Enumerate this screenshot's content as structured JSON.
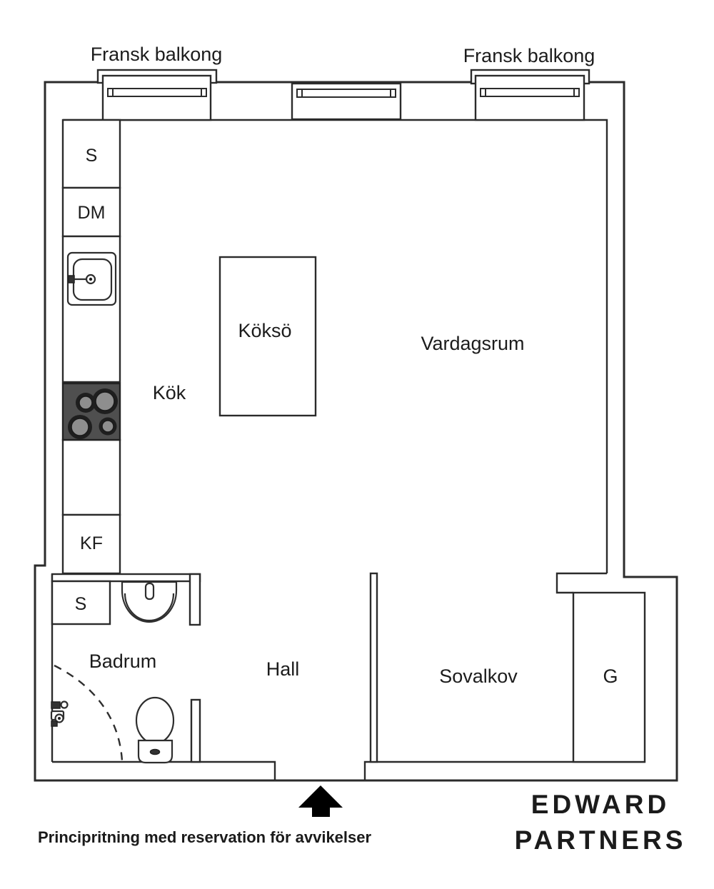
{
  "colors": {
    "background": "#ffffff",
    "wall": "#2b2b2b",
    "text": "#1c1c1c",
    "stove_panel": "#4f4f4f",
    "burner_ring": "#1f1f1f",
    "burner_center": "#8e8e8e",
    "arrow": "#000000"
  },
  "plan": {
    "balcony_left": "Fransk balkong",
    "balcony_right": "Fransk balkong",
    "rooms": {
      "kitchen": "Kök",
      "kitchen_island": "Köksö",
      "living_room": "Vardagsrum",
      "bathroom": "Badrum",
      "hall": "Hall",
      "sleeping_alcove": "Sovalkov",
      "wardrobe": "G"
    },
    "kitchen_units": {
      "cabinet": "S",
      "dishwasher": "DM",
      "fridge_freezer": "KF"
    },
    "bathroom_units": {
      "cabinet": "S"
    },
    "icons": {
      "window": "window-icon",
      "stove": "stove-icon",
      "kitchen_sink": "kitchen-sink-icon",
      "washbasin": "washbasin-icon",
      "toilet": "toilet-icon",
      "shower_mixer": "shower-mixer-icon",
      "north_arrow": "north-arrow-icon"
    }
  },
  "footer": {
    "disclaimer": "Principritning med reservation för avvikelser",
    "brand_line1": "EDWARD",
    "brand_line2": "PARTNERS"
  }
}
